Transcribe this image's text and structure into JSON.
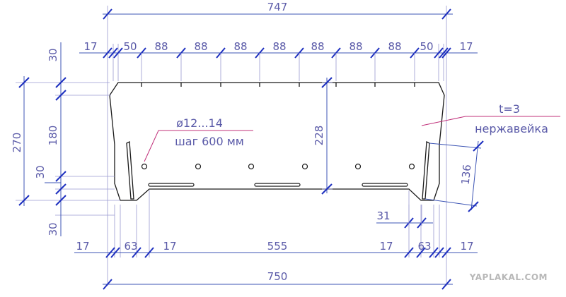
{
  "dimensions": {
    "overall_top": "747",
    "overall_bottom": "750",
    "top_row": [
      "17",
      "50",
      "88",
      "88",
      "88",
      "88",
      "88",
      "88",
      "88",
      "50",
      "17"
    ],
    "bottom_row": [
      "17",
      "63",
      "17",
      "555",
      "17",
      "63",
      "17"
    ],
    "left_outer": "270",
    "left_top_30": "30",
    "left_180": "180",
    "left_30_mid": "30",
    "left_bottom_30": "30",
    "height_228": "228",
    "height_136": "136",
    "width_31": "31"
  },
  "notes": {
    "hole_diameter": "ø12...14",
    "hole_pitch": "шаг 600 мм",
    "thickness": "t=3",
    "material": "нержавейка"
  },
  "watermark": "YAPLAKAL.COM",
  "colors": {
    "dimension": "#3c54b4",
    "text": "#5a5aa8",
    "outline": "#1a1a1a",
    "leader": "#c0307a"
  }
}
